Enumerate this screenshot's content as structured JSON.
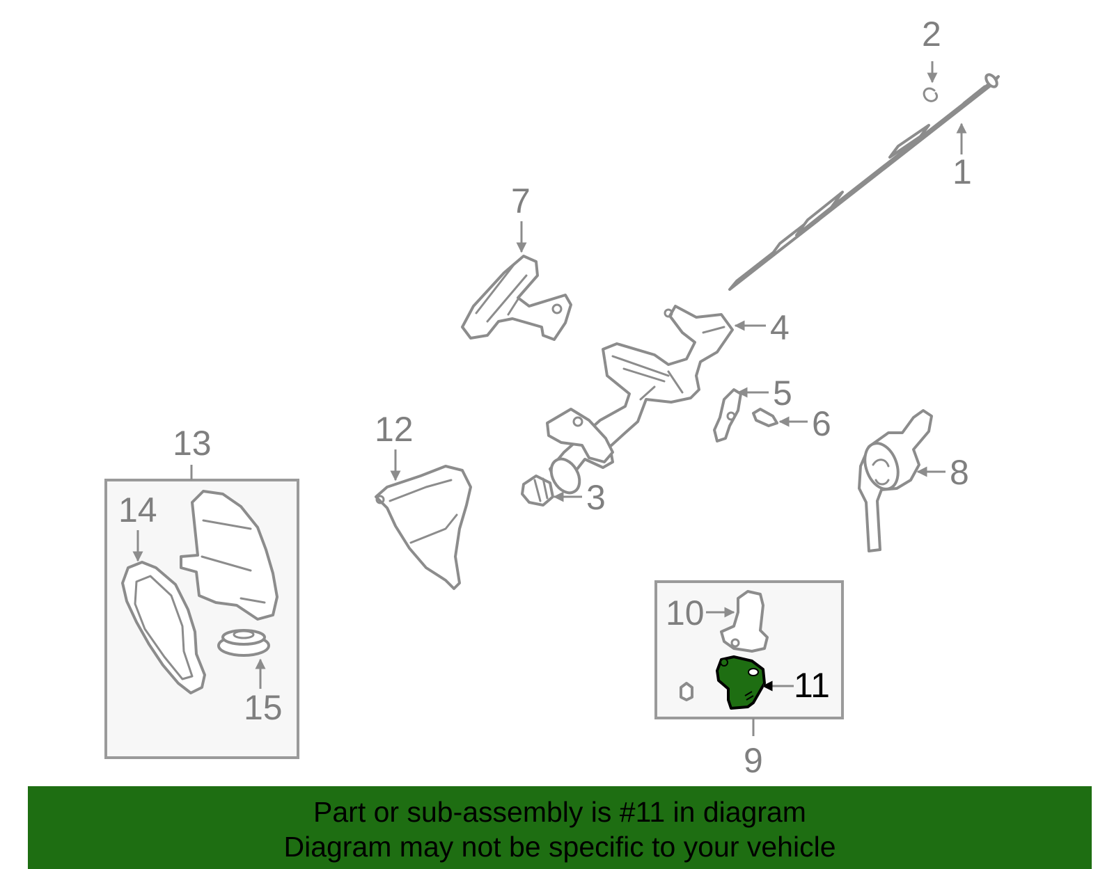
{
  "diagram": {
    "callouts": [
      {
        "id": 1,
        "label": "1"
      },
      {
        "id": 2,
        "label": "2"
      },
      {
        "id": 3,
        "label": "3"
      },
      {
        "id": 4,
        "label": "4"
      },
      {
        "id": 5,
        "label": "5"
      },
      {
        "id": 6,
        "label": "6"
      },
      {
        "id": 7,
        "label": "7"
      },
      {
        "id": 8,
        "label": "8"
      },
      {
        "id": 9,
        "label": "9"
      },
      {
        "id": 10,
        "label": "10"
      },
      {
        "id": 11,
        "label": "11"
      },
      {
        "id": 12,
        "label": "12"
      },
      {
        "id": 13,
        "label": "13"
      },
      {
        "id": 14,
        "label": "14"
      },
      {
        "id": 15,
        "label": "15"
      }
    ],
    "highlighted_part": "11",
    "colors": {
      "line_art": "#8c8c8c",
      "highlight": "#1e6e12",
      "banner": "#1e6e12",
      "label_gray": "#7f7f7f",
      "label_black": "#000000"
    }
  },
  "banner": {
    "line1": "Part or sub-assembly is #11 in diagram",
    "line2": "Diagram may not be specific to your vehicle"
  }
}
